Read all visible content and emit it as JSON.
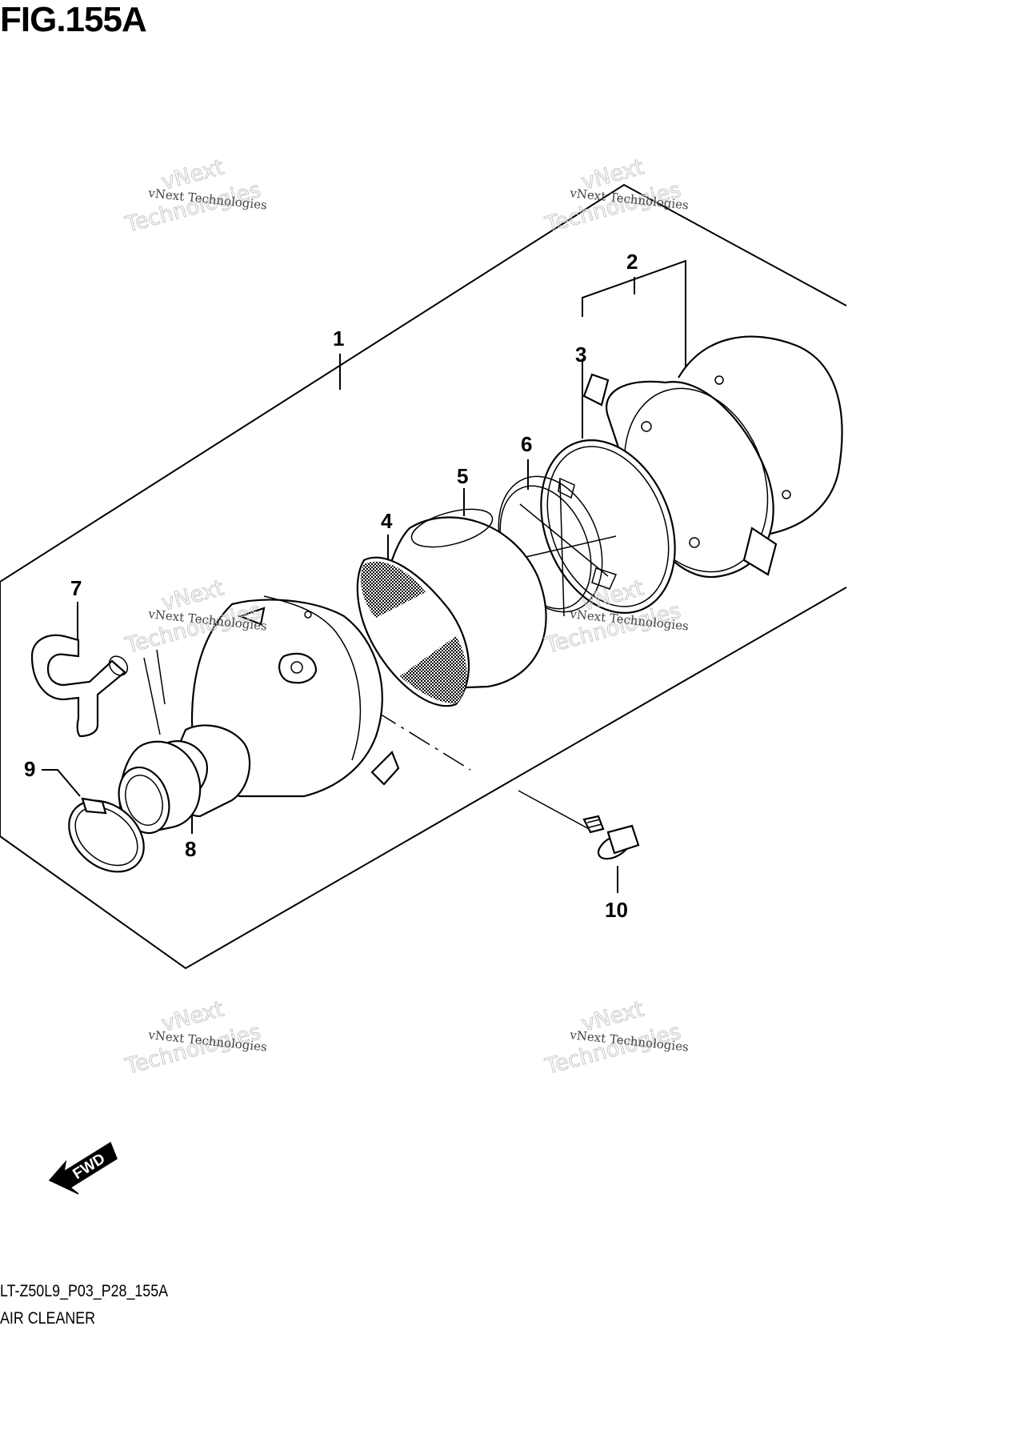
{
  "title": "FIG.155A",
  "figure_code": "LT-Z50L9_P03_P28_155A",
  "figure_name": "AIR CLEANER",
  "callouts": {
    "p1": "1",
    "p2": "2",
    "p3": "3",
    "p4": "4",
    "p5": "5",
    "p6": "6",
    "p7": "7",
    "p8": "8",
    "p9": "9",
    "p10": "10"
  },
  "watermark": {
    "line": "vNext Technologies",
    "big_1": "vNext",
    "big_2": "Technologies"
  },
  "direction_arrow": "FWD"
}
